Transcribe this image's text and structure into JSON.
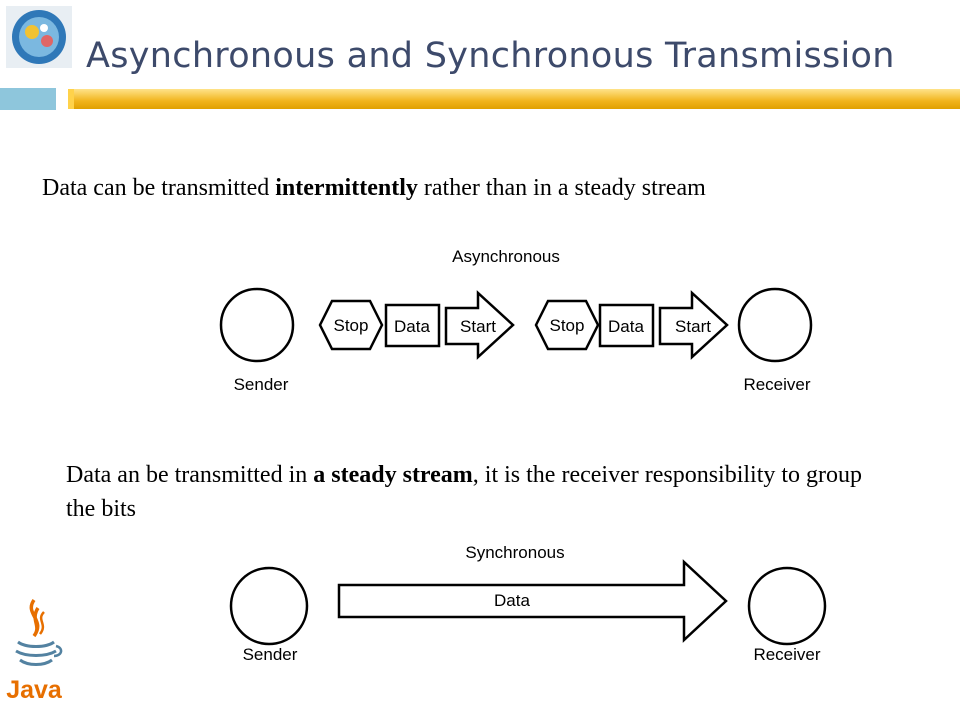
{
  "slide": {
    "title": "Asynchronous and Synchronous Transmission"
  },
  "intro": {
    "pre": "Data can be transmitted ",
    "bold": "intermittently",
    "post": " rather than in a steady stream"
  },
  "second": {
    "pre": "Data an be transmitted in ",
    "bold": "a steady stream",
    "post": ", it is the receiver responsibility to group the bits"
  },
  "async_diagram": {
    "title": "Asynchronous",
    "sender": "Sender",
    "receiver": "Receiver",
    "stop_label": "Stop",
    "data_label": "Data",
    "start_label": "Start"
  },
  "sync_diagram": {
    "title": "Synchronous",
    "sender": "Sender",
    "receiver": "Receiver",
    "data_label": "Data"
  },
  "logo": {
    "java_text": "Java"
  },
  "colors": {
    "title": "#3d4a6b",
    "accent_bar": "#f1b41c",
    "accent_blue": "#8ec6dc",
    "java_orange": "#e76f00",
    "java_blue": "#5382a1"
  }
}
